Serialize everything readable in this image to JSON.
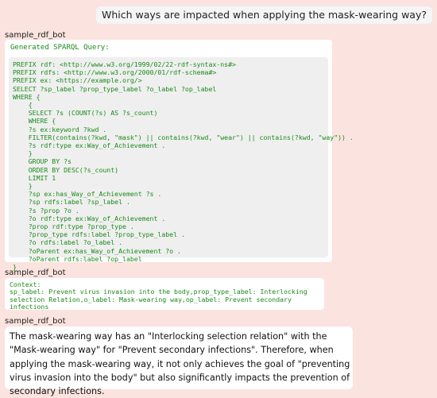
{
  "user_message": "Which ways are impacted when applying the mask-wearing way?",
  "bot_name": "sample_rdf_bot",
  "query_panel": {
    "heading": "Generated SPARQL Query:",
    "code": "PREFIX rdf: <http://www.w3.org/1999/02/22-rdf-syntax-ns#>\nPREFIX rdfs: <http://www.w3.org/2000/01/rdf-schema#>\nPREFIX ex: <https://example.org/>\nSELECT ?sp_label ?prop_type_label ?o_label ?op_label\nWHERE {\n    {\n    SELECT ?s (COUNT(?s) AS ?s_count)\n    WHERE {\n    ?s ex:keyword ?kwd .\n    FILTER(contains(?kwd, \"mask\") || contains(?kwd, \"wear\") || contains(?kwd, \"way\")) .\n    ?s rdf:type ex:Way_of_Achievement .\n    }\n    GROUP BY ?s\n    ORDER BY DESC(?s_count)\n    LIMIT 1\n    }\n    ?sp ex:has_Way_of_Achievement ?s .\n    ?sp rdfs:label ?sp_label .\n    ?s ?prop ?o .\n    ?o rdf:type ex:Way_of_Achievement .\n    ?prop rdf:type ?prop_type .\n    ?prop_type rdfs:label ?prop_type_label .\n    ?o rdfs:label ?o_label .\n    ?oParent ex:has_Way_of_Achievement ?o .\n    ?oParent rdfs:label ?op_label\n}"
  },
  "context_panel": {
    "heading": "Context:",
    "body": "sp_label: Prevent virus invasion into the body,prop_type_label: Interlocking selection Relation,o_label: Mask-wearing way,op_label: Prevent secondary infections"
  },
  "answer_panel": {
    "text": "The mask-wearing way has an \"Interlocking selection relation\" with the \"Mask-wearing way\" for \"Prevent secondary infections\". Therefore, when applying the mask-wearing way, it not only achieves the goal of \"preventing virus invasion into the body\" but also significantly impacts the prevention of secondary infections."
  },
  "colors": {
    "background": "#fbe3df",
    "code_text": "#1a8a1a",
    "code_box": "#efefef",
    "panel": "#ffffff"
  }
}
